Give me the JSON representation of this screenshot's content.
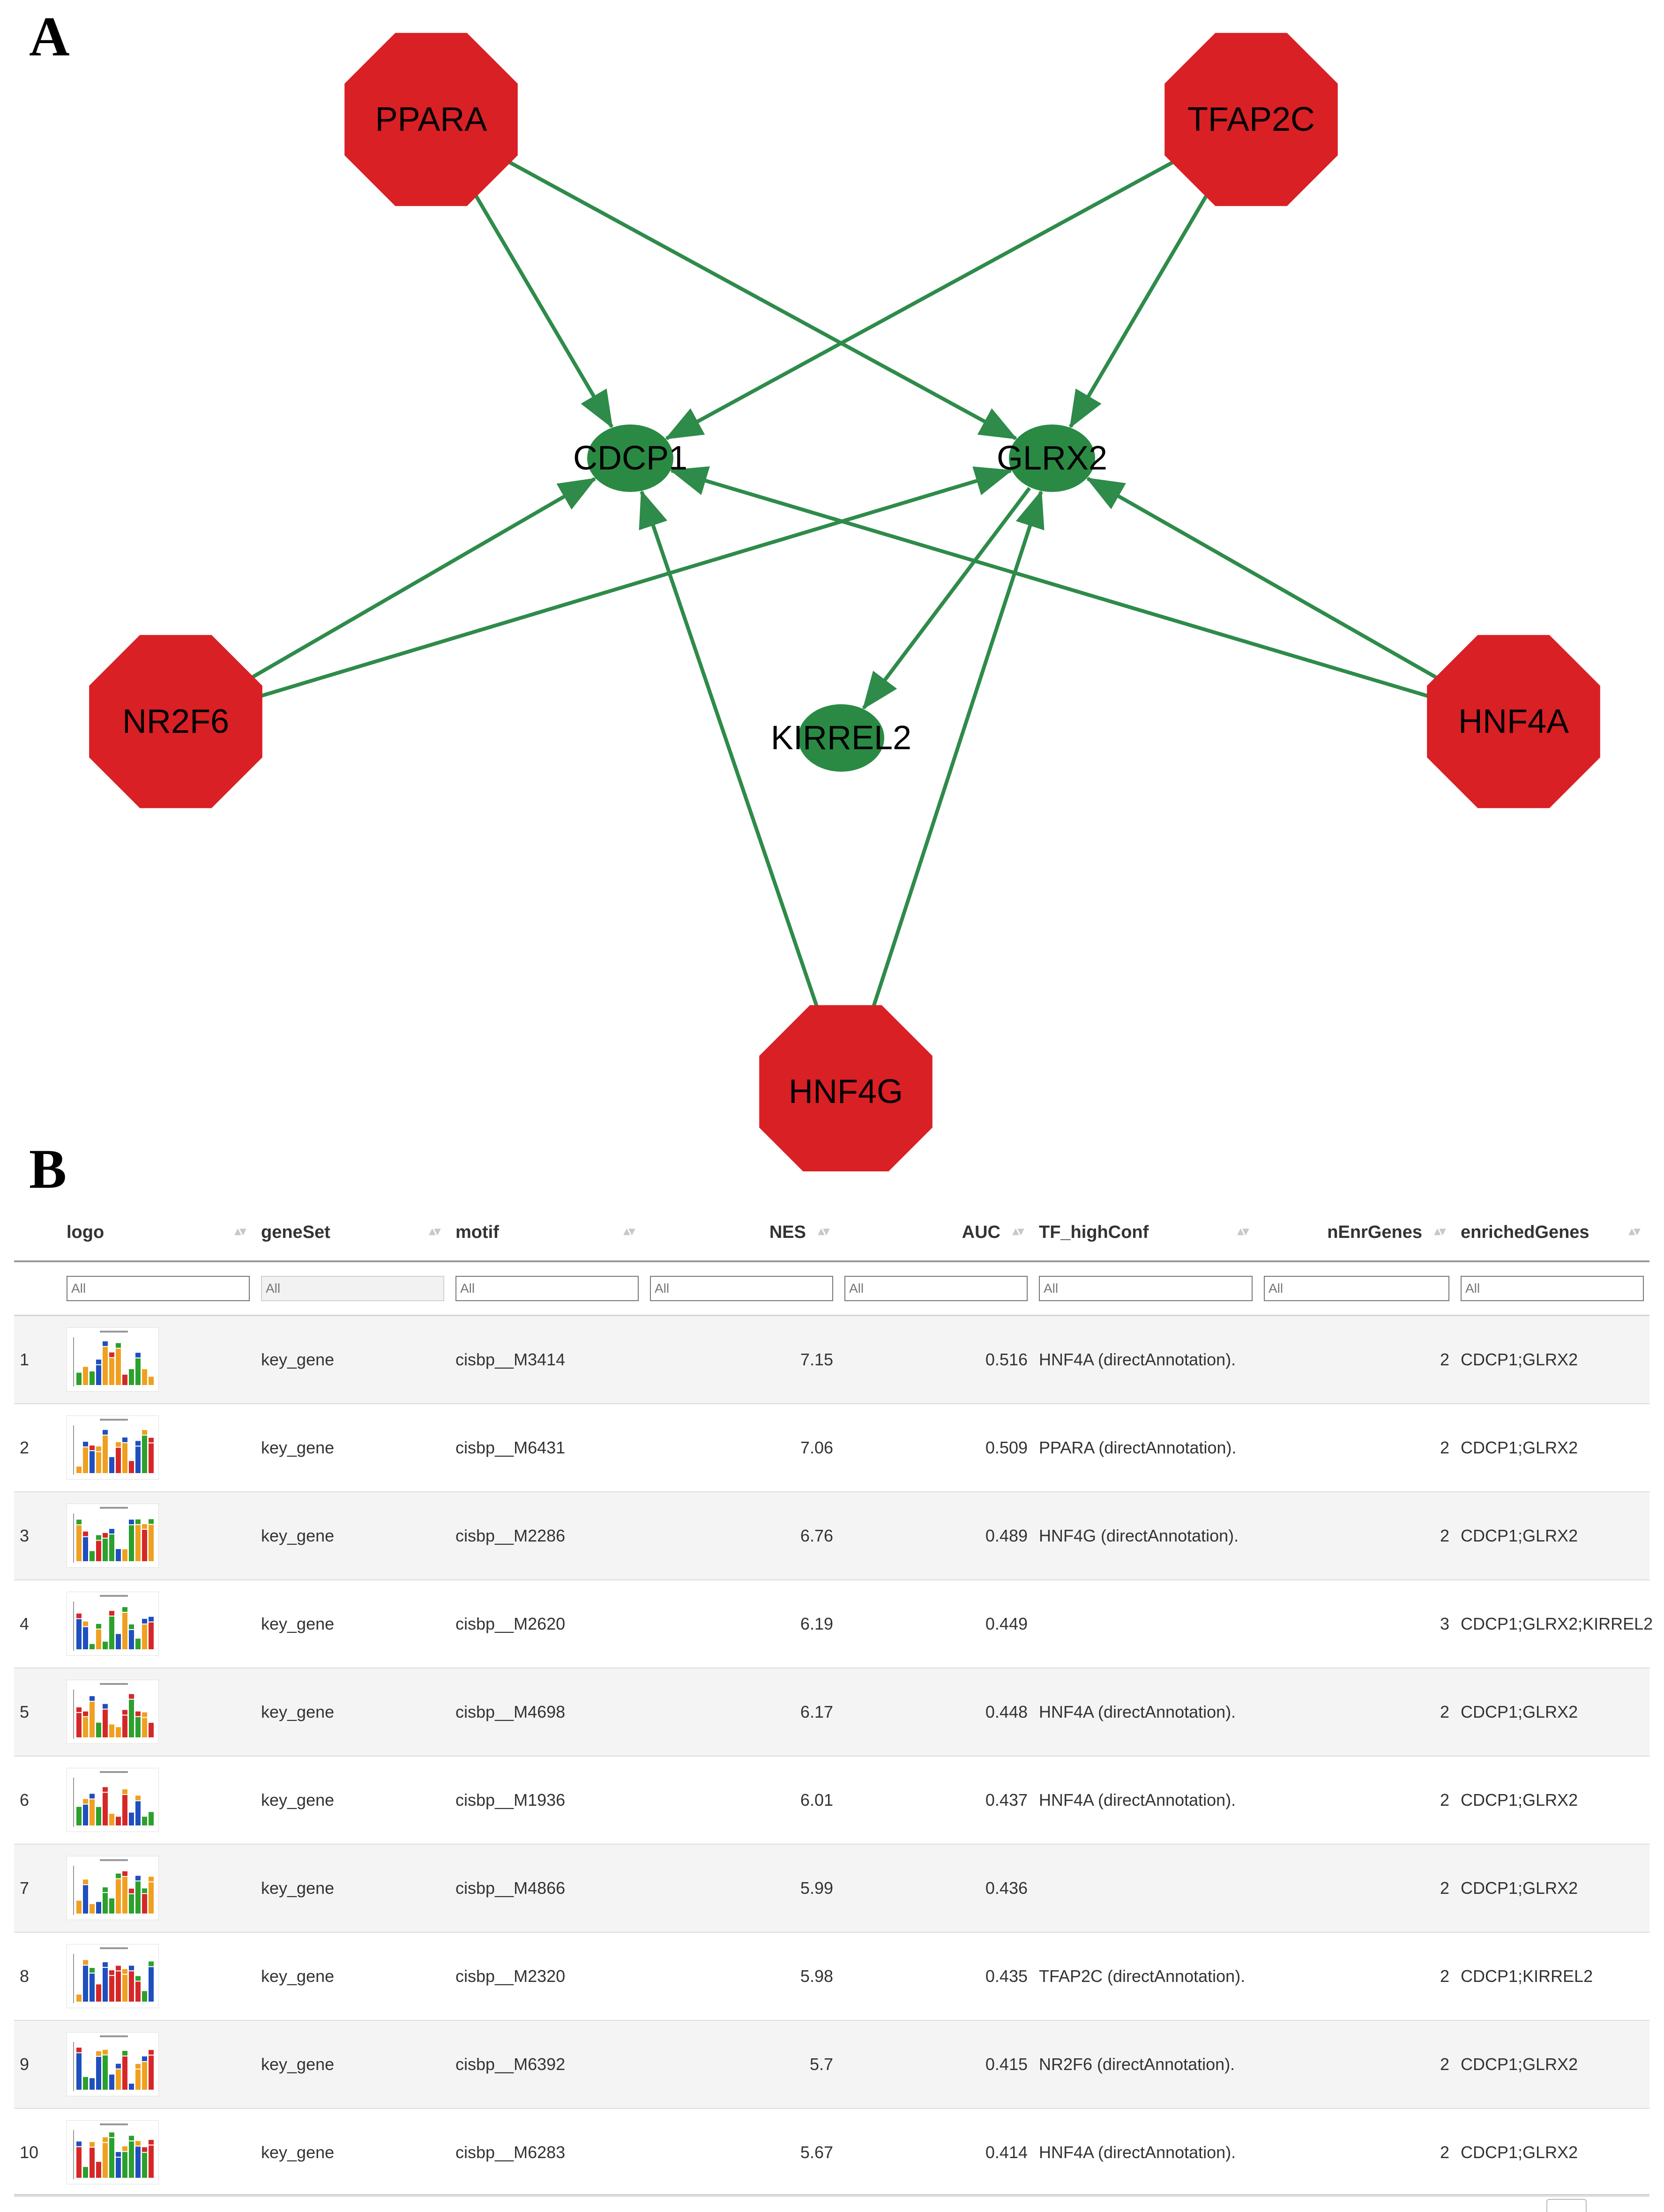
{
  "panels": {
    "a": "A",
    "b": "B"
  },
  "colors": {
    "tf_node": "#d92025",
    "target_node": "#2a8a44",
    "edge": "#2e8b4a"
  },
  "network": {
    "tf_nodes": [
      {
        "id": "PPARA",
        "label": "PPARA",
        "shape": "octagon"
      },
      {
        "id": "TFAP2C",
        "label": "TFAP2C",
        "shape": "octagon"
      },
      {
        "id": "NR2F6",
        "label": "NR2F6",
        "shape": "octagon"
      },
      {
        "id": "HNF4A",
        "label": "HNF4A",
        "shape": "octagon"
      },
      {
        "id": "HNF4G",
        "label": "HNF4G",
        "shape": "octagon"
      }
    ],
    "target_nodes": [
      {
        "id": "CDCP1",
        "label": "CDCP1",
        "shape": "ellipse"
      },
      {
        "id": "GLRX2",
        "label": "GLRX2",
        "shape": "ellipse"
      },
      {
        "id": "KIRREL2",
        "label": "KIRREL2",
        "shape": "ellipse"
      }
    ],
    "edges": [
      [
        "PPARA",
        "CDCP1"
      ],
      [
        "PPARA",
        "GLRX2"
      ],
      [
        "TFAP2C",
        "CDCP1"
      ],
      [
        "TFAP2C",
        "GLRX2"
      ],
      [
        "NR2F6",
        "CDCP1"
      ],
      [
        "NR2F6",
        "GLRX2"
      ],
      [
        "HNF4A",
        "CDCP1"
      ],
      [
        "HNF4A",
        "GLRX2"
      ],
      [
        "HNF4G",
        "CDCP1"
      ],
      [
        "HNF4G",
        "GLRX2"
      ],
      [
        "GLRX2",
        "KIRREL2"
      ]
    ]
  },
  "table": {
    "columns": [
      {
        "key": "logo",
        "label": "logo",
        "numeric": false
      },
      {
        "key": "geneSet",
        "label": "geneSet",
        "numeric": false
      },
      {
        "key": "motif",
        "label": "motif",
        "numeric": false
      },
      {
        "key": "NES",
        "label": "NES",
        "numeric": true
      },
      {
        "key": "AUC",
        "label": "AUC",
        "numeric": true
      },
      {
        "key": "TF_highConf",
        "label": "TF_highConf",
        "numeric": false
      },
      {
        "key": "nEnrGenes",
        "label": "nEnrGenes",
        "numeric": true
      },
      {
        "key": "enrichedGenes",
        "label": "enrichedGenes",
        "numeric": false
      }
    ],
    "filter_placeholder": "All",
    "rows": [
      {
        "index": "1",
        "logo": "motif-logo",
        "geneSet": "key_gene",
        "motif": "cisbp__M3414",
        "NES": "7.15",
        "AUC": "0.516",
        "TF_highConf": "HNF4A (directAnnotation).",
        "nEnrGenes": "2",
        "enrichedGenes": "CDCP1;GLRX2"
      },
      {
        "index": "2",
        "logo": "motif-logo",
        "geneSet": "key_gene",
        "motif": "cisbp__M6431",
        "NES": "7.06",
        "AUC": "0.509",
        "TF_highConf": "PPARA (directAnnotation).",
        "nEnrGenes": "2",
        "enrichedGenes": "CDCP1;GLRX2"
      },
      {
        "index": "3",
        "logo": "motif-logo",
        "geneSet": "key_gene",
        "motif": "cisbp__M2286",
        "NES": "6.76",
        "AUC": "0.489",
        "TF_highConf": "HNF4G (directAnnotation).",
        "nEnrGenes": "2",
        "enrichedGenes": "CDCP1;GLRX2"
      },
      {
        "index": "4",
        "logo": "motif-logo",
        "geneSet": "key_gene",
        "motif": "cisbp__M2620",
        "NES": "6.19",
        "AUC": "0.449",
        "TF_highConf": "",
        "nEnrGenes": "3",
        "enrichedGenes": "CDCP1;GLRX2;KIRREL2"
      },
      {
        "index": "5",
        "logo": "motif-logo",
        "geneSet": "key_gene",
        "motif": "cisbp__M4698",
        "NES": "6.17",
        "AUC": "0.448",
        "TF_highConf": "HNF4A (directAnnotation).",
        "nEnrGenes": "2",
        "enrichedGenes": "CDCP1;GLRX2"
      },
      {
        "index": "6",
        "logo": "motif-logo",
        "geneSet": "key_gene",
        "motif": "cisbp__M1936",
        "NES": "6.01",
        "AUC": "0.437",
        "TF_highConf": "HNF4A (directAnnotation).",
        "nEnrGenes": "2",
        "enrichedGenes": "CDCP1;GLRX2"
      },
      {
        "index": "7",
        "logo": "motif-logo",
        "geneSet": "key_gene",
        "motif": "cisbp__M4866",
        "NES": "5.99",
        "AUC": "0.436",
        "TF_highConf": "",
        "nEnrGenes": "2",
        "enrichedGenes": "CDCP1;GLRX2"
      },
      {
        "index": "8",
        "logo": "motif-logo",
        "geneSet": "key_gene",
        "motif": "cisbp__M2320",
        "NES": "5.98",
        "AUC": "0.435",
        "TF_highConf": "TFAP2C (directAnnotation).",
        "nEnrGenes": "2",
        "enrichedGenes": "CDCP1;KIRREL2"
      },
      {
        "index": "9",
        "logo": "motif-logo",
        "geneSet": "key_gene",
        "motif": "cisbp__M6392",
        "NES": "5.7",
        "AUC": "0.415",
        "TF_highConf": "NR2F6 (directAnnotation).",
        "nEnrGenes": "2",
        "enrichedGenes": "CDCP1;GLRX2"
      },
      {
        "index": "10",
        "logo": "motif-logo",
        "geneSet": "key_gene",
        "motif": "cisbp__M6283",
        "NES": "5.67",
        "AUC": "0.414",
        "TF_highConf": "HNF4A (directAnnotation).",
        "nEnrGenes": "2",
        "enrichedGenes": "CDCP1;GLRX2"
      }
    ]
  }
}
